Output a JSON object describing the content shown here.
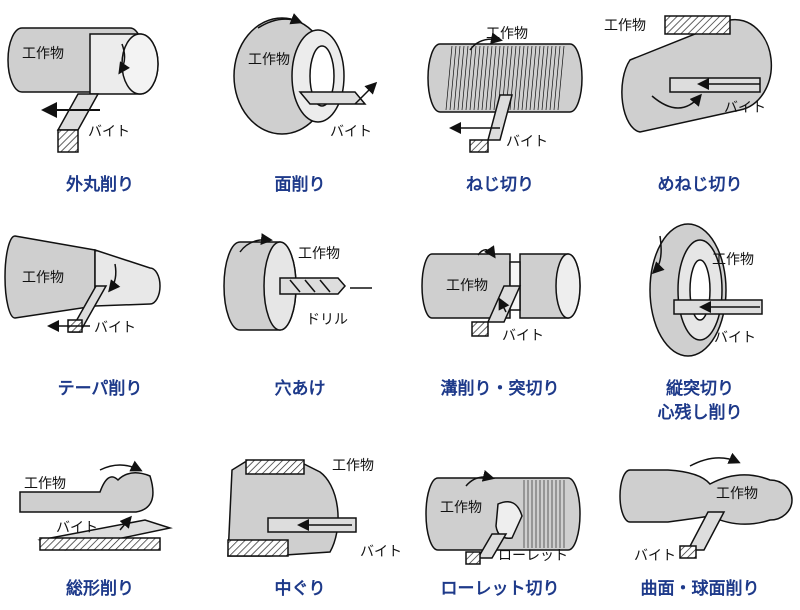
{
  "labels": {
    "workpiece": "工作物",
    "tool": "バイト",
    "drill": "ドリル",
    "knurl": "ローレット"
  },
  "captions": [
    "外丸削り",
    "面削り",
    "ねじ切り",
    "めねじ切り",
    "テーパ削り",
    "穴あけ",
    "溝削り・突切り",
    "縦突切り",
    "心残し削り",
    "総形削り",
    "中ぐり",
    "ローレット切り",
    "曲面・球面削り"
  ],
  "colors": {
    "caption": "#1e3a8a",
    "metal": "#cfcfcf",
    "line": "#111111"
  }
}
